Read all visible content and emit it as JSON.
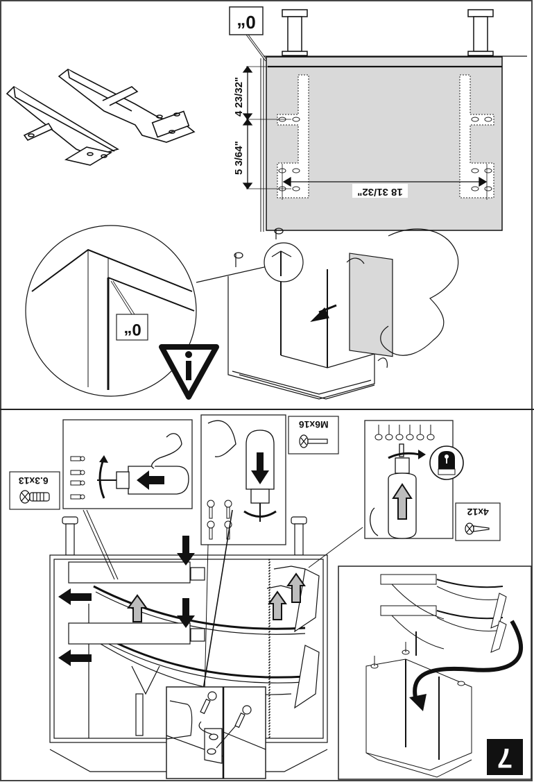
{
  "document": {
    "type": "assembly-instructions",
    "step_number": "7",
    "orientation_note": "page rendered upside-down"
  },
  "top_panel": {
    "gap_label": "0“",
    "dimensions": {
      "vertical_upper": "4 23/32\"",
      "vertical_lower": "5 3/64\"",
      "horizontal": "18 31/32\""
    },
    "detail_gap_label": "0“",
    "info_icon": "info-warning-icon"
  },
  "bottom_panel": {
    "hardware": [
      {
        "id": "screw-a",
        "label": "6.3x13",
        "icon": "screw-icon"
      },
      {
        "id": "screw-b",
        "label": "M6x16",
        "icon": "bolt-icon"
      },
      {
        "id": "screw-c",
        "label": "4x12",
        "icon": "wood-screw-icon"
      }
    ],
    "screw_counts": {
      "left_inset_screws": 4,
      "middle_inset_screws": 4,
      "right_inset_screws": 6
    }
  },
  "colors": {
    "panel_gray": "#d9d9d9",
    "arrow_black": "#111111",
    "arrow_gray_fill": "#bdbdbd",
    "border": "#333333"
  }
}
